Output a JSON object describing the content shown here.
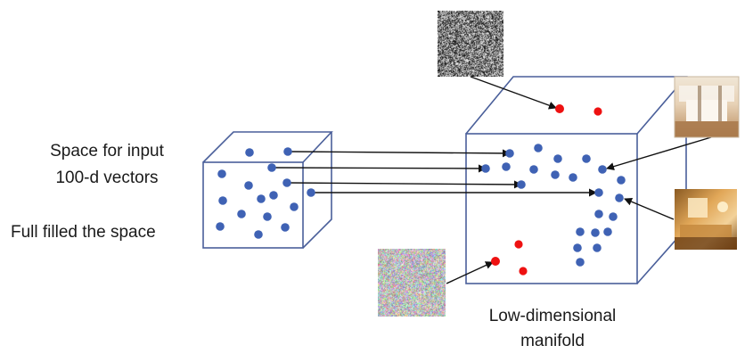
{
  "labels": {
    "input_line1": "Space for input",
    "input_line2": "100-d vectors",
    "filled": "Full filled the space",
    "manifold_line1": "Low-dimensional",
    "manifold_line2": "manifold"
  },
  "images": [
    {
      "id": "noise-top",
      "kind": "grayscale-noise"
    },
    {
      "id": "noise-bottom",
      "kind": "color-noise"
    },
    {
      "id": "photo-bedroom",
      "kind": "bedroom-photo"
    },
    {
      "id": "photo-room",
      "kind": "warm-room-photo"
    }
  ],
  "colors": {
    "edge": "#4a5f9a",
    "dot": "#3f62b4",
    "outlier": "#ee1111",
    "arrow": "#111111"
  }
}
